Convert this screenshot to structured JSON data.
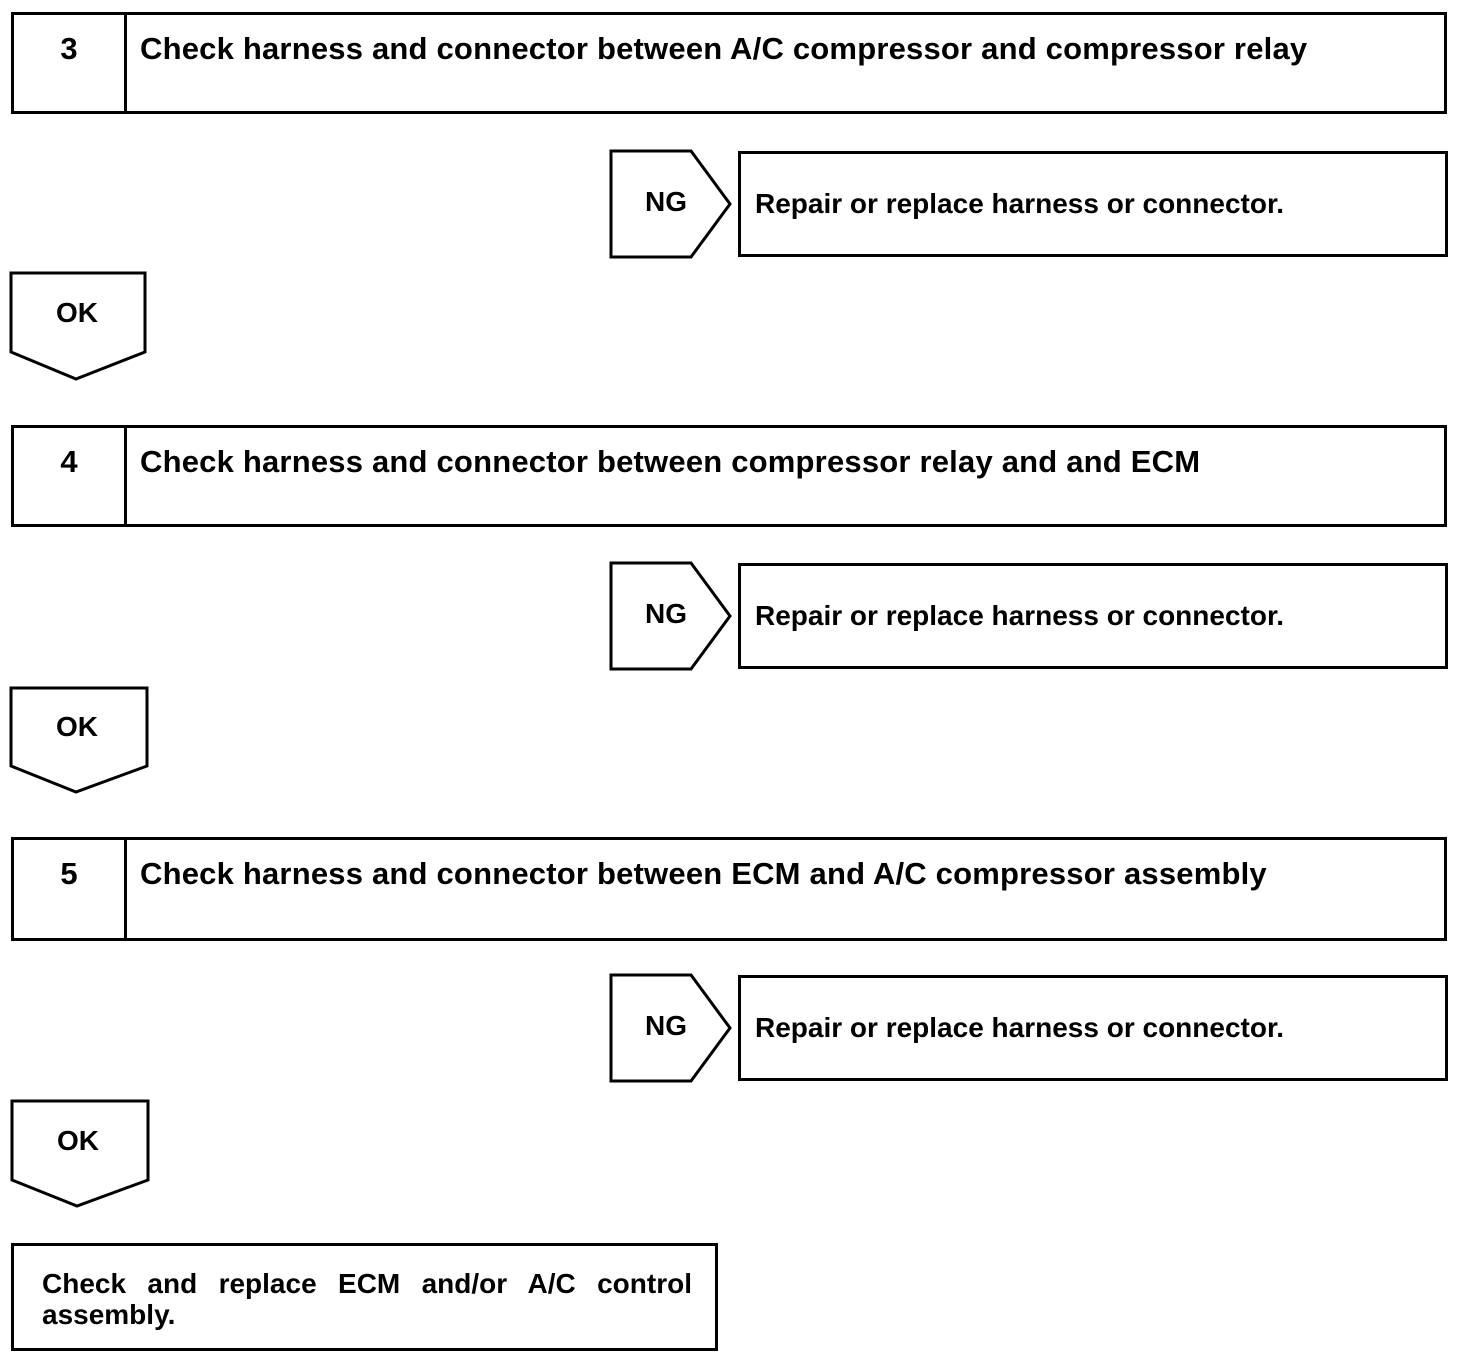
{
  "steps": [
    {
      "number": "3",
      "title": "Check harness and connector between A/C compressor and compressor relay",
      "ng_label": "NG",
      "ng_action": "Repair or replace harness or connector.",
      "ok_label": "OK"
    },
    {
      "number": "4",
      "title": "Check harness and connector between compressor relay and and ECM",
      "ng_label": "NG",
      "ng_action": "Repair or replace harness or connector.",
      "ok_label": "OK"
    },
    {
      "number": "5",
      "title": "Check harness and connector between ECM and A/C compressor assembly",
      "ng_label": "NG",
      "ng_action": "Repair or replace harness or connector.",
      "ok_label": "OK"
    }
  ],
  "final_action": "Check and replace ECM and/or A/C control assembly."
}
